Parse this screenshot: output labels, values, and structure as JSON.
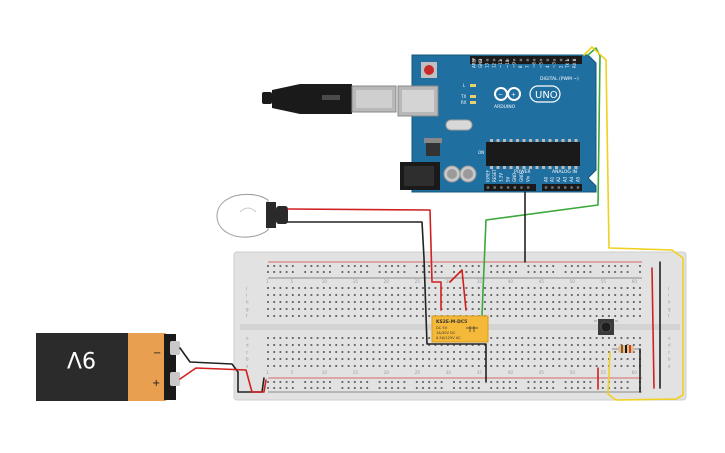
{
  "canvas": {
    "background": "#ffffff"
  },
  "arduino": {
    "color": "#1f6fa0",
    "logo_text": "ARDUINO",
    "uno_text": "UNO",
    "digital_label": "DIGITAL (PWM ~)",
    "power_label": "POWER",
    "analog_label": "ANALOG IN",
    "led_labels": [
      "L",
      "TX",
      "RX"
    ],
    "on_label": "ON",
    "digital_pins": [
      "AREF",
      "GND",
      "13",
      "12",
      "~11",
      "~10",
      "~9",
      "8",
      "7",
      "~6",
      "~5",
      "4",
      "~3",
      "2",
      "TX 1",
      "RX 0"
    ],
    "power_pins": [
      "IOREF",
      "RESET",
      "3.3V",
      "5V",
      "GND",
      "GND",
      "Vin"
    ],
    "analog_pins": [
      "A0",
      "A1",
      "A2",
      "A3",
      "A4",
      "A5"
    ]
  },
  "battery": {
    "label": "9V",
    "minus": "−",
    "plus": "+",
    "body_color": "#2b2b2b",
    "cap_color": "#e8a050"
  },
  "relay": {
    "title": "KS2E-M-DC5",
    "lines": [
      "DC 5V",
      "1A/30V DC",
      "0.5A/125V AC"
    ],
    "color": "#f5b93a"
  },
  "breadboard": {
    "top_numbers": [
      "1",
      "5",
      "10",
      "15",
      "20",
      "25",
      "30",
      "35",
      "40",
      "45",
      "50",
      "55",
      "60"
    ],
    "bottom_numbers": [
      "1",
      "5",
      "10",
      "15",
      "20",
      "25",
      "30",
      "35",
      "40",
      "45",
      "50",
      "55",
      "60"
    ],
    "row_letters": [
      "j",
      "i",
      "h",
      "g",
      "f",
      "e",
      "d",
      "c",
      "b",
      "a"
    ]
  },
  "wire_colors": {
    "red": "#d02020",
    "black": "#222222",
    "green": "#3aa83a",
    "yellow": "#f0d020"
  },
  "icons": [
    "usb-cable-icon",
    "light-bulb-icon",
    "push-button-icon",
    "resistor-icon"
  ]
}
